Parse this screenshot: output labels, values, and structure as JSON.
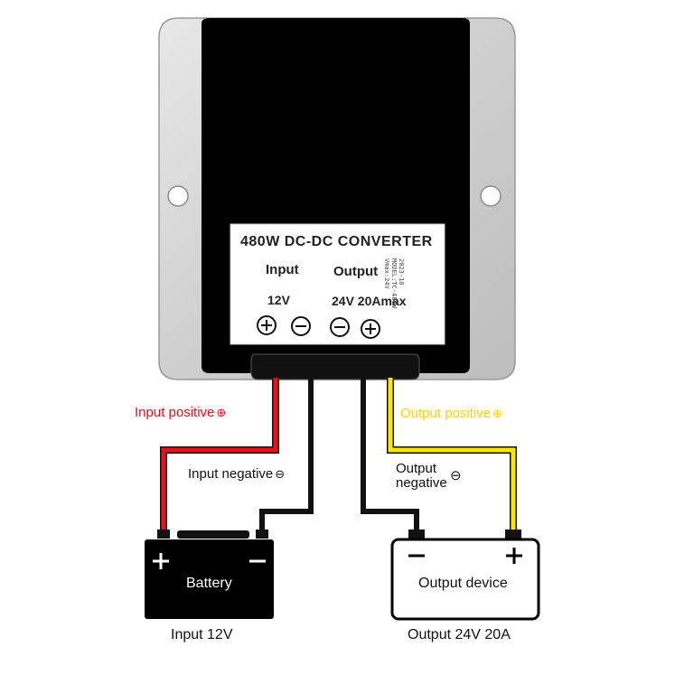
{
  "converter": {
    "title": "480W DC-DC CONVERTER",
    "input_heading": "Input",
    "output_heading": "Output",
    "input_voltage": "12V",
    "output_spec": "24V 20Amax",
    "small_print": [
      "2023-10",
      "MODEL:TC-480W",
      "Vmax:24V"
    ],
    "terminal_symbols": [
      "⊕",
      "⊖",
      "⊖",
      "⊕"
    ]
  },
  "wires": {
    "input_positive": "Input positive",
    "input_negative": "Input negative",
    "output_positive": "Output positive",
    "output_negative_line1": "Output",
    "output_negative_line2": "negative",
    "plus_symbol": "⊕",
    "minus_symbol": "⊖"
  },
  "battery": {
    "label": "Battery",
    "plus": "+",
    "minus": "−",
    "caption": "Input 12V"
  },
  "output_device": {
    "label": "Output device",
    "plus": "+",
    "minus": "−",
    "caption": "Output 24V 20A"
  },
  "colors": {
    "red_wire": "#e8101a",
    "yellow_wire": "#ffe600",
    "black_wire": "#111111",
    "housing": "#d9d9d9",
    "body": "#000000"
  }
}
